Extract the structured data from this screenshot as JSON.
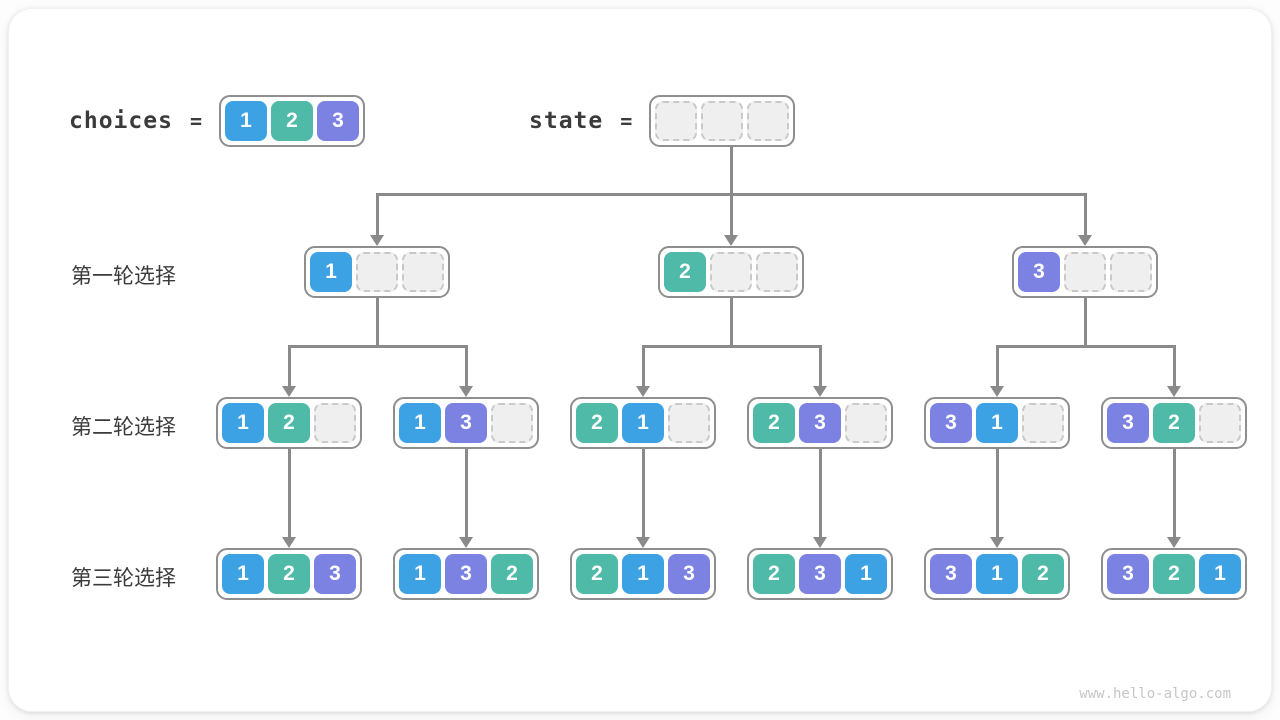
{
  "colors": {
    "cell": {
      "1": "#3da2e4",
      "2": "#4fbaa7",
      "3": "#7b82e2"
    },
    "empty_fill": "#efefef",
    "empty_border": "#c9c9c9",
    "container_border": "#8e8e8e",
    "line": "#8a8a8a",
    "text": "#3b3b3b",
    "watermark": "#c6c6c6"
  },
  "header": {
    "choices_label": "choices",
    "equals": "=",
    "choices": [
      1,
      2,
      3
    ],
    "state_label": "state",
    "state": [
      null,
      null,
      null
    ]
  },
  "row_labels": [
    "第一轮选择",
    "第二轮选择",
    "第三轮选择"
  ],
  "tree": {
    "level1": [
      [
        1,
        null,
        null
      ],
      [
        2,
        null,
        null
      ],
      [
        3,
        null,
        null
      ]
    ],
    "level2": [
      [
        1,
        2,
        null
      ],
      [
        1,
        3,
        null
      ],
      [
        2,
        1,
        null
      ],
      [
        2,
        3,
        null
      ],
      [
        3,
        1,
        null
      ],
      [
        3,
        2,
        null
      ]
    ],
    "level3": [
      [
        1,
        2,
        3
      ],
      [
        1,
        3,
        2
      ],
      [
        2,
        1,
        3
      ],
      [
        2,
        3,
        1
      ],
      [
        3,
        1,
        2
      ],
      [
        3,
        2,
        1
      ]
    ]
  },
  "watermark": "www.hello-algo.com"
}
